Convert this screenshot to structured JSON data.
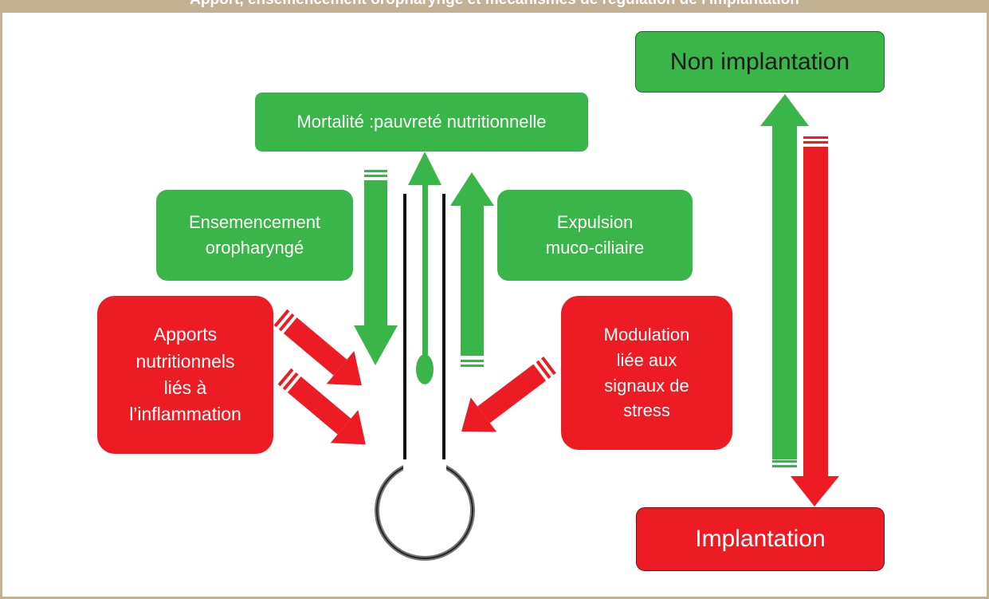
{
  "banner": {
    "text": "Apport, ensemencement oropharyngé et mécanismes de régulation de l'implantation"
  },
  "boxes": {
    "mortalite": "Mortalité :pauvreté nutritionnelle",
    "ensemencement": "Ensemencement\noropharyngé",
    "expulsion": "Expulsion\nmuco-ciliaire",
    "apports": "Apports\nnutritionnels\nliés à\nl’inflammation",
    "modulation": "Modulation\nliée aux\nsignaux de\nstress",
    "non_implantation": "Non implantation",
    "implantation": "Implantation"
  },
  "colors": {
    "green": "#39b54a",
    "red": "#ed1c24",
    "frame": "#c2b293"
  }
}
